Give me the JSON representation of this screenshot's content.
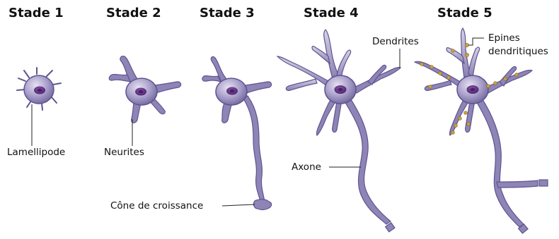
{
  "stages": [
    {
      "title": "Stade 1"
    },
    {
      "title": "Stade 2"
    },
    {
      "title": "Stade 3"
    },
    {
      "title": "Stade 4"
    },
    {
      "title": "Stade 5"
    }
  ],
  "labels": {
    "lamellipode": "Lamellipode",
    "neurites": "Neurites",
    "cone": "Cône de croissance",
    "axone": "Axone",
    "dendrites": "Dendrites",
    "epines_line1": "Epines",
    "epines_line2": "dendritiques"
  },
  "colors": {
    "cell_light": "#cdc5df",
    "cell_mid": "#8f84b6",
    "cell_dark": "#5a4f8c",
    "nucleus": "#6b3a8c",
    "nucleus_core": "#4a1f6a",
    "spine": "#c9a23a"
  }
}
